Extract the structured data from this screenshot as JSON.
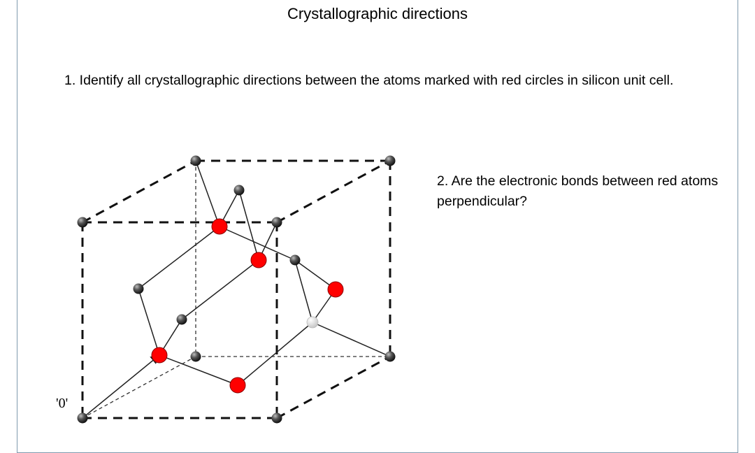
{
  "title": "Crystallographic directions",
  "question1": "1. Identify all crystallographic directions between the atoms marked with red circles in silicon unit cell.",
  "question2": "2. Are the electronic bonds between red atoms perpendicular?",
  "origin_label": "'0'",
  "colors": {
    "frame_border": "#7f9aae",
    "atom_black": "#3a3a3a",
    "atom_red": "#ff0000",
    "atom_white": "#e6e6e6",
    "line": "#222222"
  }
}
